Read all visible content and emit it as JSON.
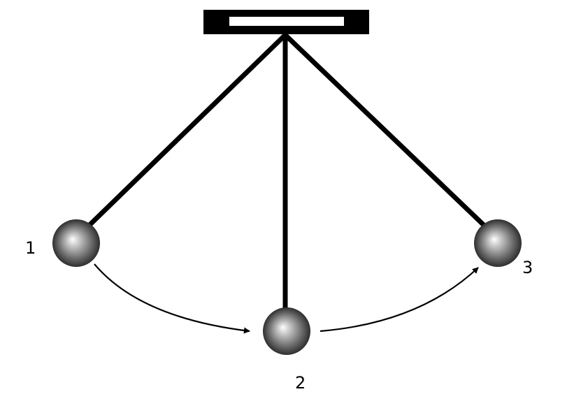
{
  "diagram": {
    "positions": [
      {
        "label": "1"
      },
      {
        "label": "2"
      },
      {
        "label": "3"
      }
    ],
    "colors": {
      "line": "#000000",
      "ball_highlight": "#ffffff",
      "ball_shadow": "#2e2e2e",
      "background": "#ffffff"
    }
  }
}
